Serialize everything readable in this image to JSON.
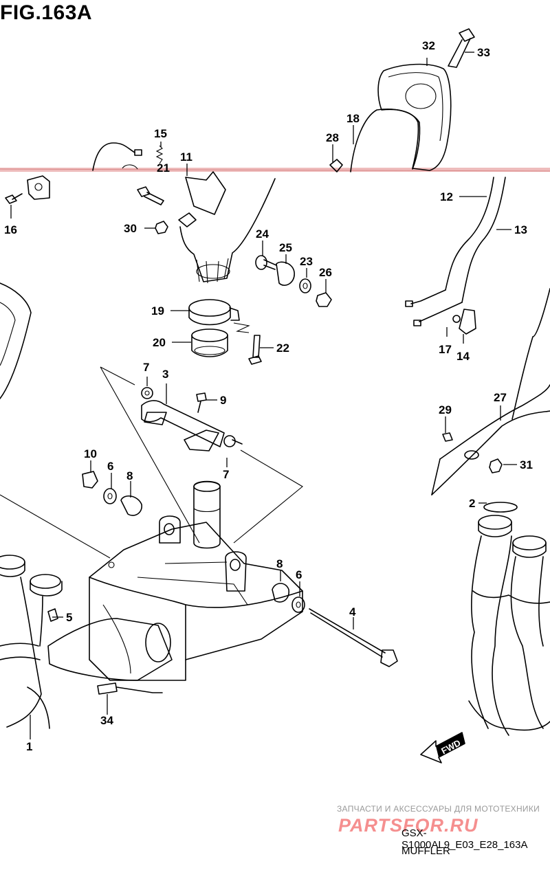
{
  "figure": {
    "title": "FIG.163A",
    "code": "GSX-S1000AL9_E03_E28_163A",
    "caption": "MUFFLER"
  },
  "watermark": {
    "text": "ЗАПЧАСТИ И АКСЕССУАРЫ ДЛЯ МОТОТЕХНИКИ",
    "logo": "PARTSFOR.RU"
  },
  "direction_tag": "FWD",
  "callouts": [
    "1",
    "2",
    "3",
    "4",
    "5",
    "6",
    "7",
    "8",
    "9",
    "10",
    "11",
    "12",
    "13",
    "14",
    "15",
    "16",
    "17",
    "18",
    "19",
    "20",
    "21",
    "22",
    "23",
    "24",
    "25",
    "26",
    "27",
    "28",
    "29",
    "30",
    "31",
    "32",
    "33",
    "34"
  ],
  "colors": {
    "line": "#000000",
    "scan_band": "#e7a0a0",
    "watermark": "#f26a6a"
  }
}
